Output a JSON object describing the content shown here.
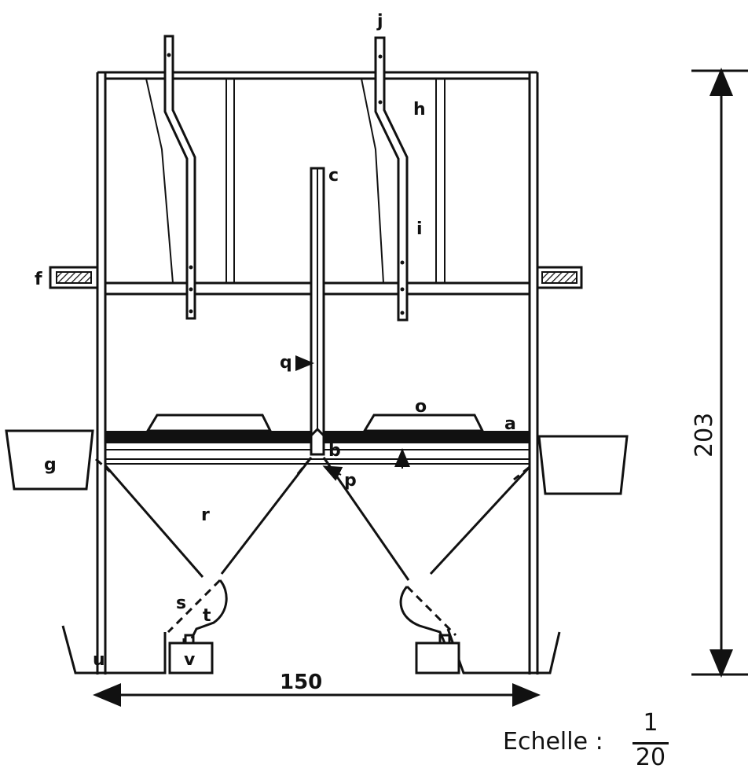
{
  "labels": {
    "a": "a",
    "b": "b",
    "c": "c",
    "f": "f",
    "g": "g",
    "h": "h",
    "i": "i",
    "j": "j",
    "o": "o",
    "p": "p",
    "q": "q",
    "r": "r",
    "s": "s",
    "t": "t",
    "u": "u",
    "v": "v"
  },
  "dimensions": {
    "width": "150",
    "height": "203"
  },
  "scale": {
    "label": "Echelle :",
    "numerator": "1",
    "denominator": "20"
  }
}
